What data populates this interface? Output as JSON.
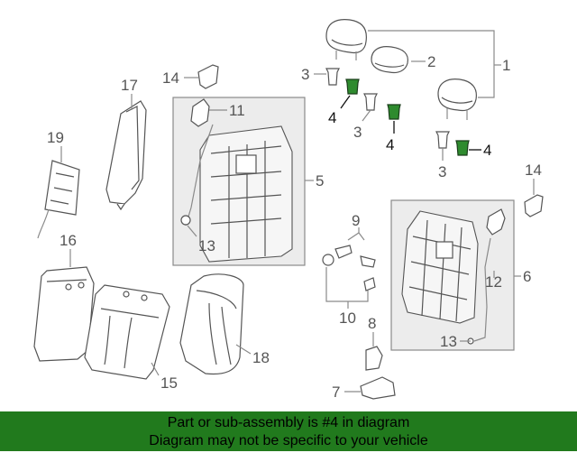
{
  "diagram": {
    "callouts": [
      {
        "id": "c1",
        "text": "1"
      },
      {
        "id": "c2",
        "text": "2"
      },
      {
        "id": "c3a",
        "text": "3"
      },
      {
        "id": "c3b",
        "text": "3"
      },
      {
        "id": "c3c",
        "text": "3"
      },
      {
        "id": "c4a",
        "text": "4"
      },
      {
        "id": "c4b",
        "text": "4"
      },
      {
        "id": "c4c",
        "text": "4"
      },
      {
        "id": "c5",
        "text": "5"
      },
      {
        "id": "c6",
        "text": "6"
      },
      {
        "id": "c7",
        "text": "7"
      },
      {
        "id": "c8",
        "text": "8"
      },
      {
        "id": "c9",
        "text": "9"
      },
      {
        "id": "c10",
        "text": "10"
      },
      {
        "id": "c11",
        "text": "11"
      },
      {
        "id": "c12",
        "text": "12"
      },
      {
        "id": "c13a",
        "text": "13"
      },
      {
        "id": "c13b",
        "text": "13"
      },
      {
        "id": "c14a",
        "text": "14"
      },
      {
        "id": "c14b",
        "text": "14"
      },
      {
        "id": "c15",
        "text": "15"
      },
      {
        "id": "c16",
        "text": "16"
      },
      {
        "id": "c17",
        "text": "17"
      },
      {
        "id": "c18",
        "text": "18"
      },
      {
        "id": "c19",
        "text": "19"
      }
    ],
    "highlight_color": "#2e8b2e"
  },
  "banner": {
    "line1": "Part or sub-assembly is #4 in diagram",
    "line2": "Diagram may not be specific to your vehicle",
    "background": "#217a1d"
  }
}
